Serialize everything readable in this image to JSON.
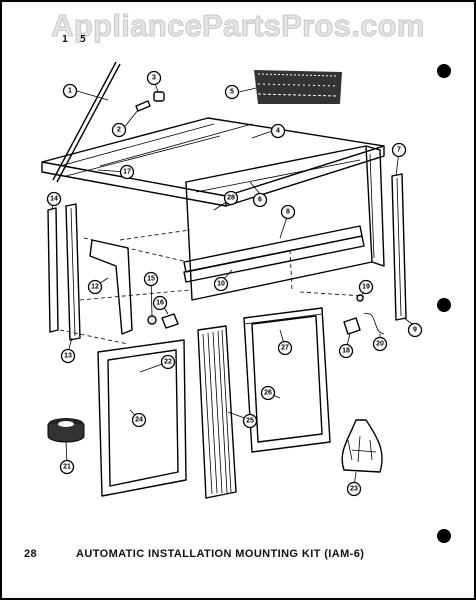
{
  "watermark": "AppliancePartsPros.com",
  "corner_mark": "1 5",
  "caption": {
    "page_number": "28",
    "title": "AUTOMATIC INSTALLATION MOUNTING KIT (IAM-6)"
  },
  "callouts": [
    "1",
    "2",
    "3",
    "4",
    "5",
    "6",
    "7",
    "8",
    "9",
    "10",
    "12",
    "13",
    "14",
    "15",
    "16",
    "17",
    "18",
    "19",
    "20",
    "21",
    "22",
    "23",
    "24",
    "25",
    "26",
    "27",
    "28"
  ]
}
